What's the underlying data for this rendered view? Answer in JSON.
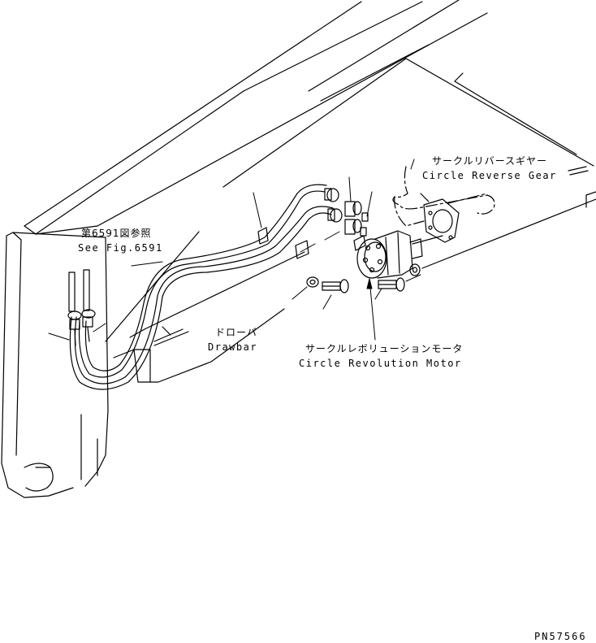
{
  "labels": {
    "see_fig_jp": "第6591図参照",
    "see_fig_en": "See Fig.6591",
    "circle_reverse_gear_jp": "サークルリバースギヤー",
    "circle_reverse_gear_en": "Circle Reverse Gear",
    "drawbar_jp": "ドローバ",
    "drawbar_en": "Drawbar",
    "circle_revolution_motor_jp": "サークルレボリューションモータ",
    "circle_revolution_motor_en": "Circle Revolution Motor",
    "drawing_number": "PN57566"
  },
  "colors": {
    "line": "#000000",
    "background": "#ffffff"
  }
}
